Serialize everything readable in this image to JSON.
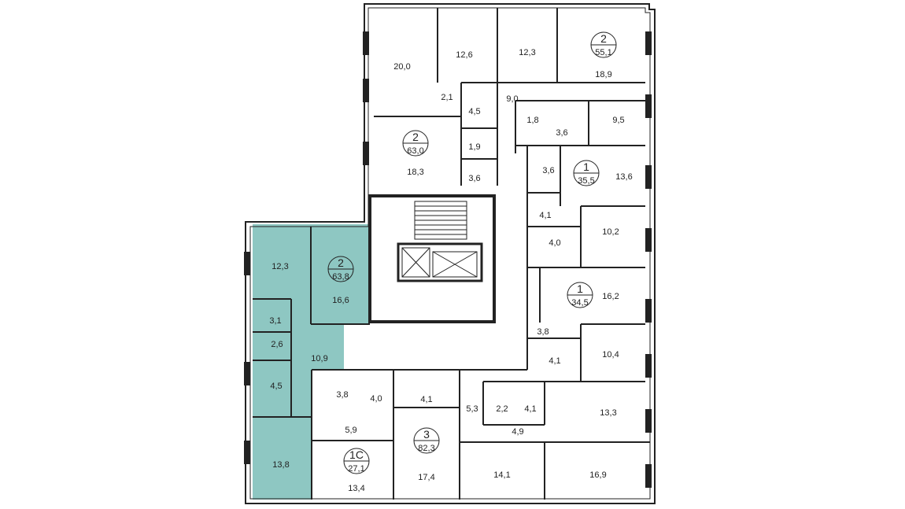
{
  "highlight_color": "#8ec7c2",
  "wall_color": "#222222",
  "apartments": [
    {
      "id": "apt-2a",
      "rooms": "2",
      "area": "63,8",
      "highlighted": true
    },
    {
      "id": "apt-2b",
      "rooms": "2",
      "area": "63,0",
      "highlighted": false
    },
    {
      "id": "apt-2c",
      "rooms": "2",
      "area": "55,1",
      "highlighted": false
    },
    {
      "id": "apt-1a",
      "rooms": "1",
      "area": "35,5",
      "highlighted": false
    },
    {
      "id": "apt-1b",
      "rooms": "1",
      "area": "34,5",
      "highlighted": false
    },
    {
      "id": "apt-1c",
      "rooms": "1С",
      "area": "27,1",
      "highlighted": false
    },
    {
      "id": "apt-3a",
      "rooms": "3",
      "area": "82,3",
      "highlighted": false
    }
  ],
  "rooms": [
    "20,0",
    "12,6",
    "12,3",
    "18,9",
    "2,1",
    "4,5",
    "9,0",
    "1,8",
    "3,6",
    "9,5",
    "1,9",
    "18,3",
    "3,6",
    "3,6",
    "13,6",
    "4,1",
    "10,2",
    "4,0",
    "12,3",
    "16,6",
    "3,1",
    "2,6",
    "10,9",
    "4,5",
    "13,8",
    "16,2",
    "3,8",
    "10,4",
    "4,1",
    "3,8",
    "4,0",
    "4,1",
    "5,3",
    "2,2",
    "4,1",
    "5,9",
    "4,9",
    "13,3",
    "13,4",
    "17,4",
    "14,1",
    "16,9"
  ]
}
